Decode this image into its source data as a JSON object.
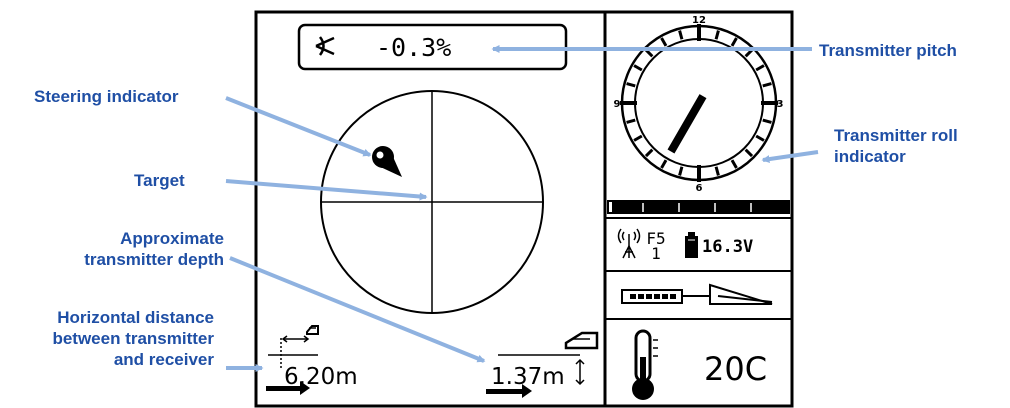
{
  "callouts": {
    "steering_indicator": "Steering indicator",
    "target": "Target",
    "depth_line1": "Approximate",
    "depth_line2": "transmitter depth",
    "horizontal_line1": "Horizontal distance",
    "horizontal_line2": "between transmitter",
    "horizontal_line3": "and receiver",
    "transmitter_pitch": "Transmitter pitch",
    "roll_line1": "Transmitter roll",
    "roll_line2": "indicator"
  },
  "display": {
    "pitch": "-0.3%",
    "horizontal_distance": "6.20m",
    "depth": "1.37m",
    "roll_clock_labels": {
      "top": "12",
      "right": "3",
      "bottom": "6",
      "left": "9"
    },
    "roll_clock_position": 1,
    "frequency_label": "F5",
    "frequency_channel": "1",
    "battery_voltage": "16.3V",
    "temperature": "20C"
  },
  "colors": {
    "callout_text": "#1f4fa5",
    "callout_arrow": "#8fb2e0",
    "lcd_ink": "#000000",
    "background": "#ffffff"
  }
}
